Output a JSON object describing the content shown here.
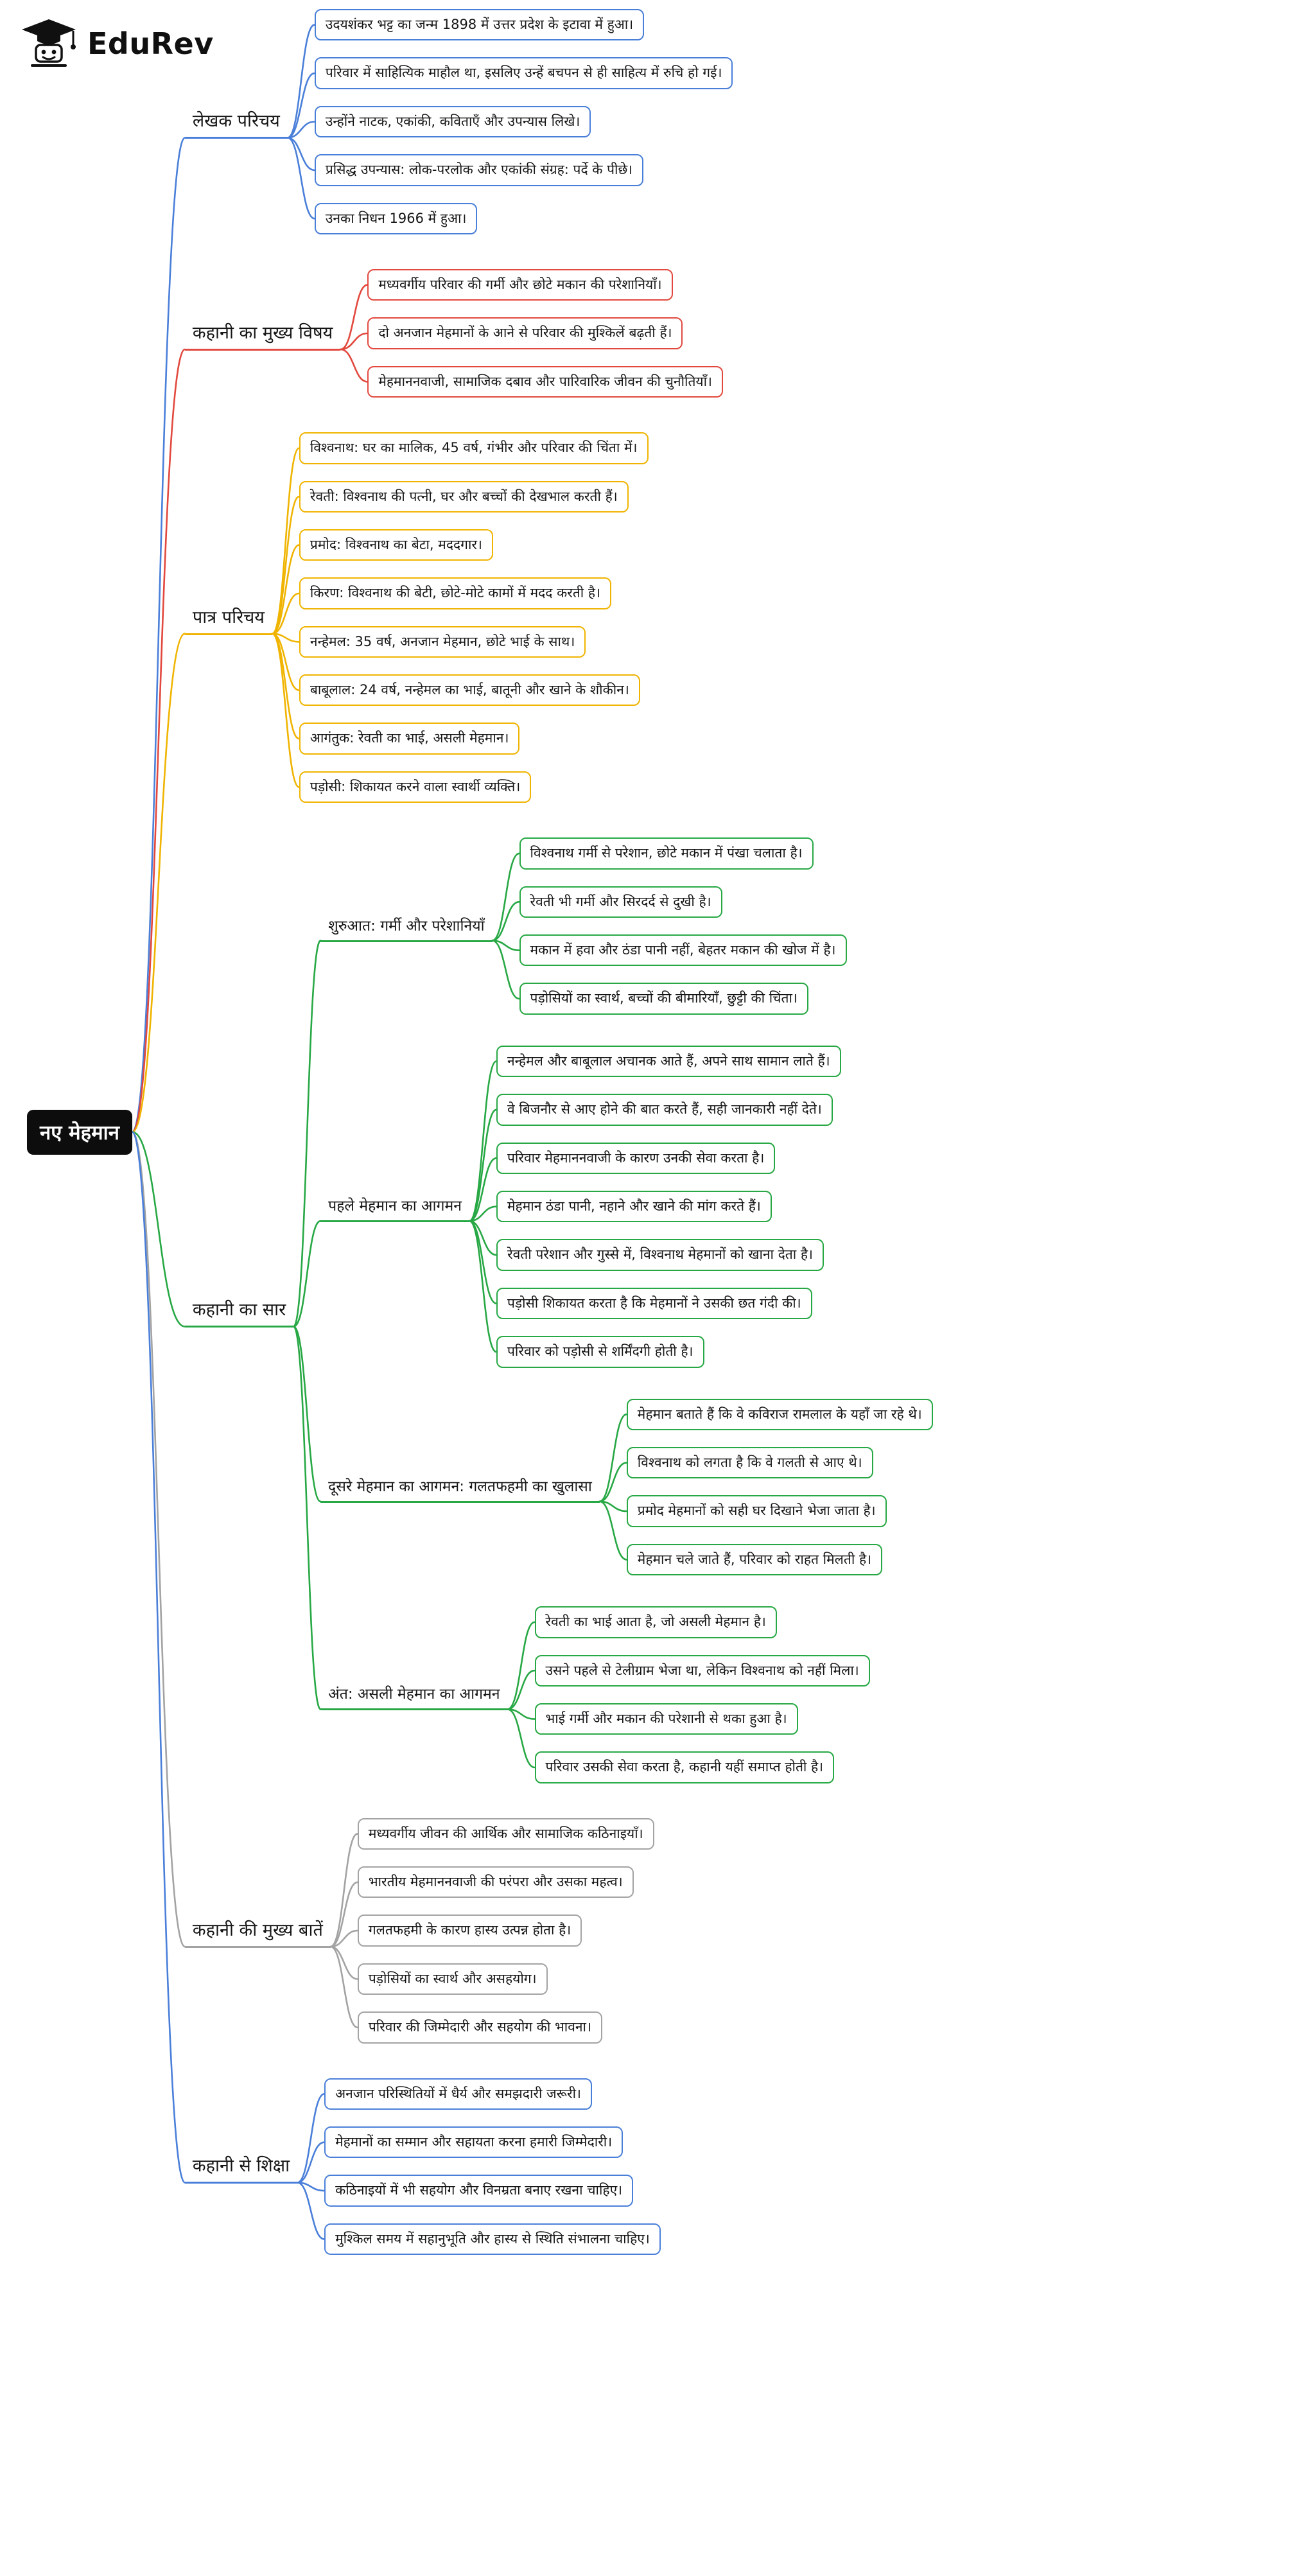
{
  "logo": {
    "brand": "EduRev",
    "icon": "graduation-cap-icon"
  },
  "root": {
    "label": "नए मेहमान",
    "color": "#0d0d0d"
  },
  "palette": {
    "blue": "#4a7fd9",
    "red": "#e2483d",
    "yellow": "#f0b400",
    "green": "#27a844",
    "gray": "#a3a3a3"
  },
  "branches": [
    {
      "label": "लेखक परिचय",
      "color": "#4a7fd9",
      "items": [
        "उदयशंकर भट्ट का जन्म 1898 में उत्तर प्रदेश के इटावा में हुआ।",
        "परिवार में साहित्यिक माहौल था, इसलिए उन्हें बचपन से ही साहित्य में रुचि हो गई।",
        "उन्होंने नाटक, एकांकी, कविताएँ और उपन्यास लिखे।",
        "प्रसिद्ध उपन्यास: लोक-परलोक और एकांकी संग्रह: पर्दे के पीछे।",
        "उनका निधन 1966 में हुआ।"
      ]
    },
    {
      "label": "कहानी का मुख्य विषय",
      "color": "#e2483d",
      "items": [
        "मध्यवर्गीय परिवार की गर्मी और छोटे मकान की परेशानियाँ।",
        "दो अनजान मेहमानों के आने से परिवार की मुश्किलें बढ़ती हैं।",
        "मेहमाननवाजी, सामाजिक दबाव और पारिवारिक जीवन की चुनौतियाँ।"
      ]
    },
    {
      "label": "पात्र परिचय",
      "color": "#f0b400",
      "items": [
        "विश्वनाथ: घर का मालिक, 45 वर्ष, गंभीर और परिवार की चिंता में।",
        "रेवती: विश्वनाथ की पत्नी, घर और बच्चों की देखभाल करती हैं।",
        "प्रमोद: विश्वनाथ का बेटा, मददगार।",
        "किरण: विश्वनाथ की बेटी, छोटे-मोटे कामों में मदद करती है।",
        "नन्हेमल: 35 वर्ष, अनजान मेहमान, छोटे भाई के साथ।",
        "बाबूलाल: 24 वर्ष, नन्हेमल का भाई, बातूनी और खाने के शौकीन।",
        "आगंतुक: रेवती का भाई, असली मेहमान।",
        "पड़ोसी: शिकायत करने वाला स्वार्थी व्यक्ति।"
      ]
    },
    {
      "label": "कहानी का सार",
      "color": "#27a844",
      "subbranches": [
        {
          "label": "शुरुआत: गर्मी और परेशानियाँ",
          "items": [
            "विश्वनाथ गर्मी से परेशान, छोटे मकान में पंखा चलाता है।",
            "रेवती भी गर्मी और सिरदर्द से दुखी है।",
            "मकान में हवा और ठंडा पानी नहीं, बेहतर मकान की खोज में है।",
            "पड़ोसियों का स्वार्थ, बच्चों की बीमारियाँ, छुट्टी की चिंता।"
          ]
        },
        {
          "label": "पहले मेहमान का आगमन",
          "items": [
            "नन्हेमल और बाबूलाल अचानक आते हैं, अपने साथ सामान लाते हैं।",
            "वे बिजनौर से आए होने की बात करते हैं, सही जानकारी नहीं देते।",
            "परिवार मेहमाननवाजी के कारण उनकी सेवा करता है।",
            "मेहमान ठंडा पानी, नहाने और खाने की मांग करते हैं।",
            "रेवती परेशान और गुस्से में, विश्वनाथ मेहमानों को खाना देता है।",
            "पड़ोसी शिकायत करता है कि मेहमानों ने उसकी छत गंदी की।",
            "परिवार को पड़ोसी से शर्मिंदगी होती है।"
          ]
        },
        {
          "label": "दूसरे मेहमान का आगमन: गलतफहमी का खुलासा",
          "items": [
            "मेहमान बताते हैं कि वे कविराज रामलाल के यहाँ जा रहे थे।",
            "विश्वनाथ को लगता है कि वे गलती से आए थे।",
            "प्रमोद मेहमानों को सही घर दिखाने भेजा जाता है।",
            "मेहमान चले जाते हैं, परिवार को राहत मिलती है।"
          ]
        },
        {
          "label": "अंत: असली मेहमान का आगमन",
          "items": [
            "रेवती का भाई आता है, जो असली मेहमान है।",
            "उसने पहले से टेलीग्राम भेजा था, लेकिन विश्वनाथ को नहीं मिला।",
            "भाई गर्मी और मकान की परेशानी से थका हुआ है।",
            "परिवार उसकी सेवा करता है, कहानी यहीं समाप्त होती है।"
          ]
        }
      ]
    },
    {
      "label": "कहानी की मुख्य बातें",
      "color": "#a3a3a3",
      "items": [
        "मध्यवर्गीय जीवन की आर्थिक और सामाजिक कठिनाइयाँ।",
        "भारतीय मेहमाननवाजी की परंपरा और उसका महत्व।",
        "गलतफहमी के कारण हास्य उत्पन्न होता है।",
        "पड़ोसियों का स्वार्थ और असहयोग।",
        "परिवार की जिम्मेदारी और सहयोग की भावना।"
      ]
    },
    {
      "label": "कहानी से शिक्षा",
      "color": "#4a7fd9",
      "items": [
        "अनजान परिस्थितियों में धैर्य और समझदारी जरूरी।",
        "मेहमानों का सम्मान और सहायता करना हमारी जिम्मेदारी।",
        "कठिनाइयों में भी सहयोग और विनम्रता बनाए रखना चाहिए।",
        "मुश्किल समय में सहानुभूति और हास्य से स्थिति संभालना चाहिए।"
      ]
    }
  ]
}
